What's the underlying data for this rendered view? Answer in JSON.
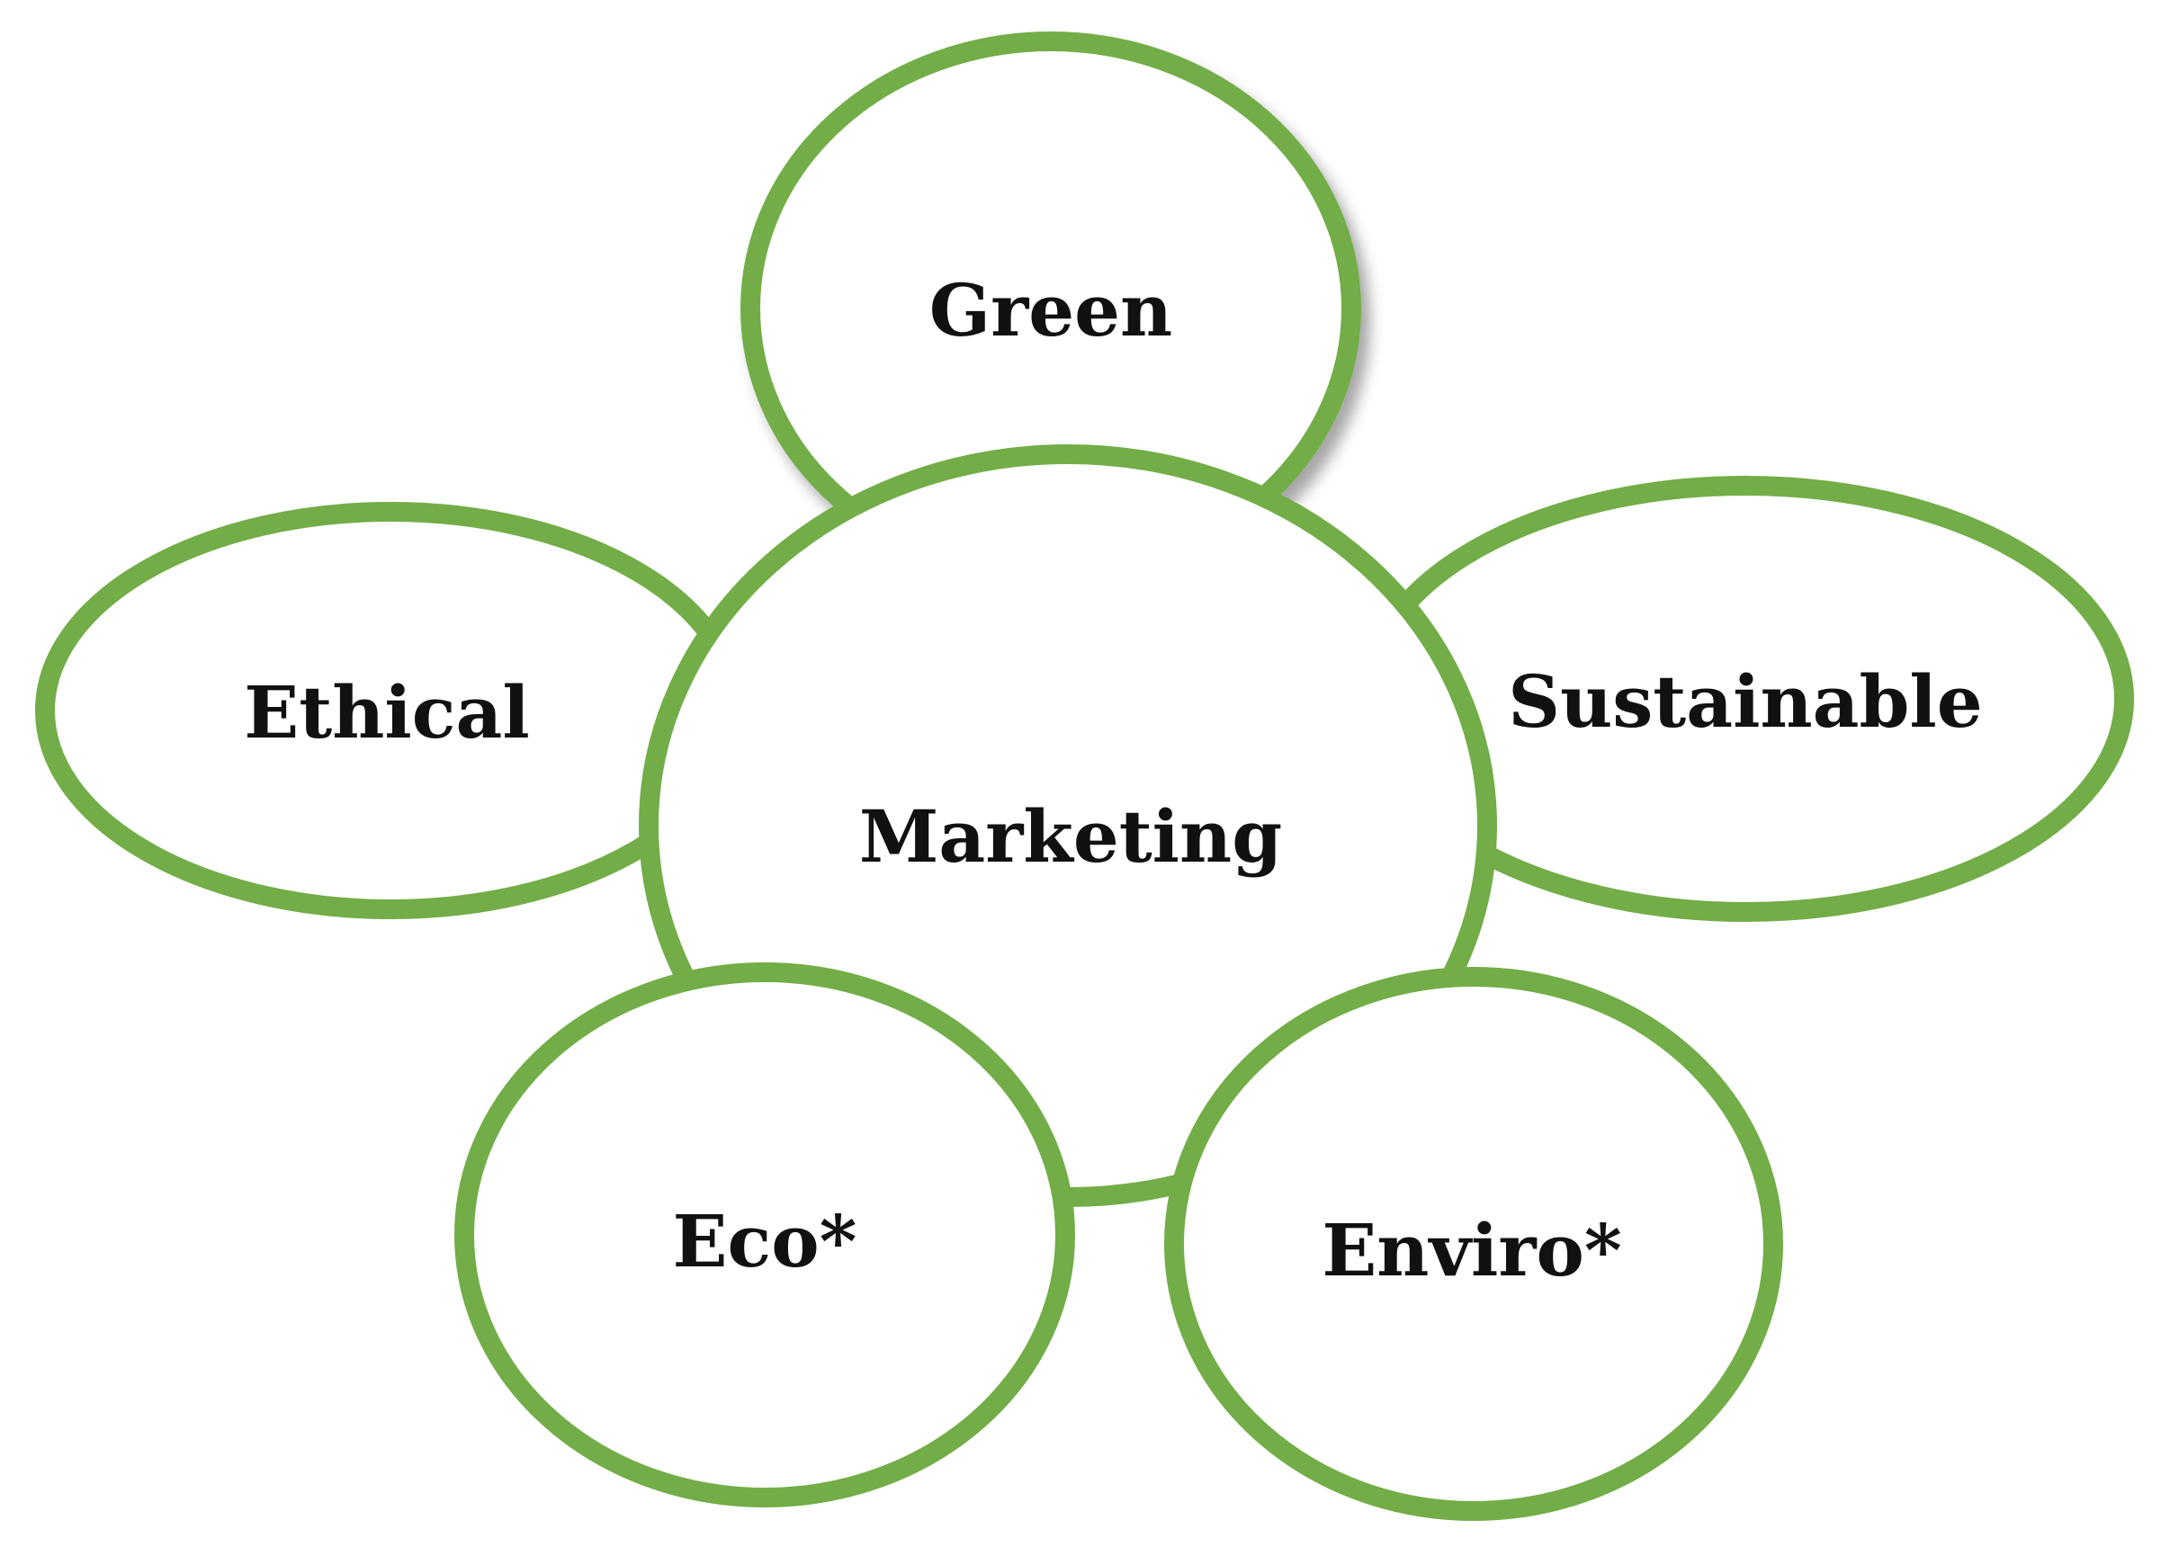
{
  "diagram": {
    "stroke_color": "#72ad47",
    "nodes": {
      "green": "Green",
      "ethical": "Ethical",
      "sustainable": "Sustainable",
      "eco": "Eco*",
      "enviro": "Enviro*",
      "marketing": "Marketing"
    }
  }
}
